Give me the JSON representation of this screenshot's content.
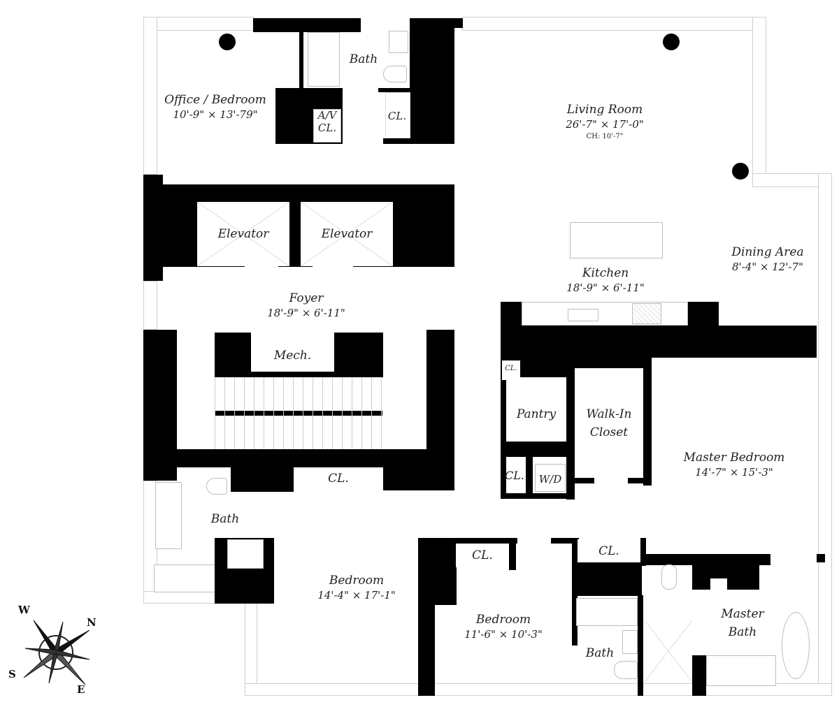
{
  "plan": {
    "rooms": [
      {
        "id": "office-bedroom",
        "name": "Office / Bedroom",
        "dim": "10'-9\" × 13'-79\""
      },
      {
        "id": "bath-top",
        "name": "Bath"
      },
      {
        "id": "av-closet",
        "name": "A/V",
        "sub": "CL."
      },
      {
        "id": "closet-top",
        "name": "CL."
      },
      {
        "id": "living-room",
        "name": "Living Room",
        "dim": "26'-7\" × 17'-0\"",
        "ch": "CH: 10'-7\""
      },
      {
        "id": "elevator-1",
        "name": "Elevator"
      },
      {
        "id": "elevator-2",
        "name": "Elevator"
      },
      {
        "id": "foyer",
        "name": "Foyer",
        "dim": "18'-9\" × 6'-11\""
      },
      {
        "id": "kitchen",
        "name": "Kitchen",
        "dim": "18'-9\" × 6'-11\""
      },
      {
        "id": "dining-area",
        "name": "Dining Area",
        "dim": "8'-4\" × 12'-7\""
      },
      {
        "id": "mech",
        "name": "Mech."
      },
      {
        "id": "closet-kitchen",
        "name": "CL."
      },
      {
        "id": "pantry",
        "name": "Pantry"
      },
      {
        "id": "walk-in-closet",
        "name": "Walk-In",
        "sub": "Closet"
      },
      {
        "id": "closet-laundry",
        "name": "CL."
      },
      {
        "id": "washer-dryer",
        "name": "W/D"
      },
      {
        "id": "master-bedroom",
        "name": "Master Bedroom",
        "dim": "14'-7\" × 15'-3\""
      },
      {
        "id": "closet-hall",
        "name": "CL."
      },
      {
        "id": "bath-left",
        "name": "Bath"
      },
      {
        "id": "bedroom-1",
        "name": "Bedroom",
        "dim": "14'-4\" × 17'-1\""
      },
      {
        "id": "closet-bedroom-2",
        "name": "CL."
      },
      {
        "id": "bedroom-2",
        "name": "Bedroom",
        "dim": "11'-6\" × 10'-3\""
      },
      {
        "id": "closet-master",
        "name": "CL."
      },
      {
        "id": "bath-bottom",
        "name": "Bath"
      },
      {
        "id": "master-bath",
        "name": "Master",
        "sub": "Bath"
      }
    ]
  },
  "compass": {
    "n": "N",
    "s": "S",
    "e": "E",
    "w": "W"
  }
}
